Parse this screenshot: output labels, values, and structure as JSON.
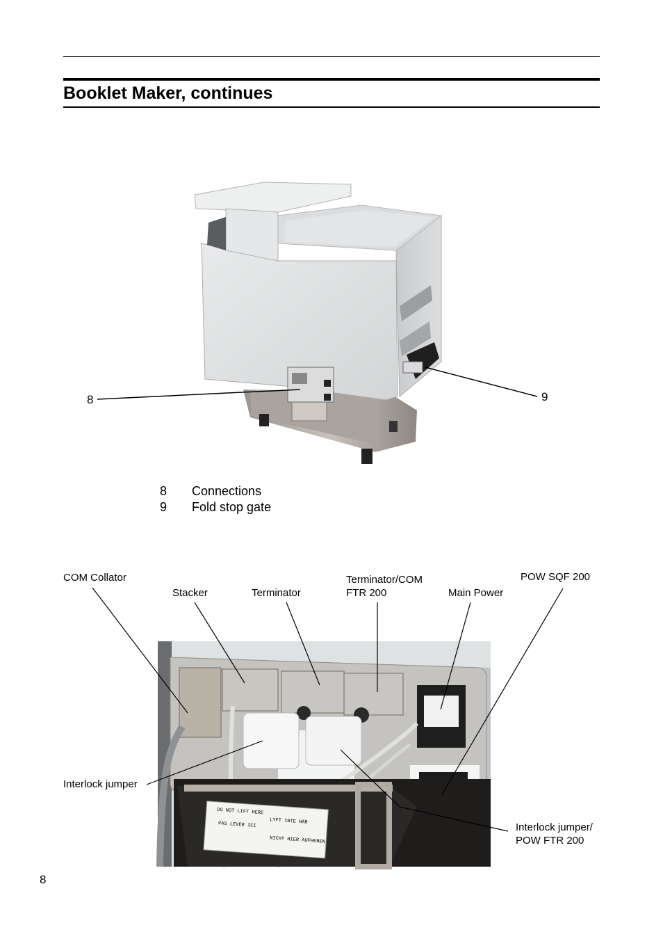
{
  "header": {
    "title": "Booklet Maker, continues"
  },
  "figure1": {
    "callouts": {
      "c8": "8",
      "c9": "9"
    },
    "legend": [
      {
        "num": "8",
        "text": "Connections"
      },
      {
        "num": "9",
        "text": "Fold stop gate"
      }
    ]
  },
  "figure2": {
    "labels": {
      "com_collator": "COM Collator",
      "stacker": "Stacker",
      "terminator": "Terminator",
      "terminator_com_1": "Terminator/COM",
      "terminator_com_2": "FTR 200",
      "main_power": "Main Power",
      "pow_sqf": "POW SQF 200",
      "interlock_jumper": "Interlock jumper",
      "interlock_pow_1": "Interlock jumper/",
      "interlock_pow_2": "POW FTR 200"
    },
    "sticker": {
      "l1": "DO NOT LIFT HERE",
      "l2": "LYFT INTE HÄR",
      "l3": "PAS LEVER ICI",
      "l4": "NICHT HIER AUFHEBEN"
    }
  },
  "footer": {
    "page_number": "8"
  }
}
